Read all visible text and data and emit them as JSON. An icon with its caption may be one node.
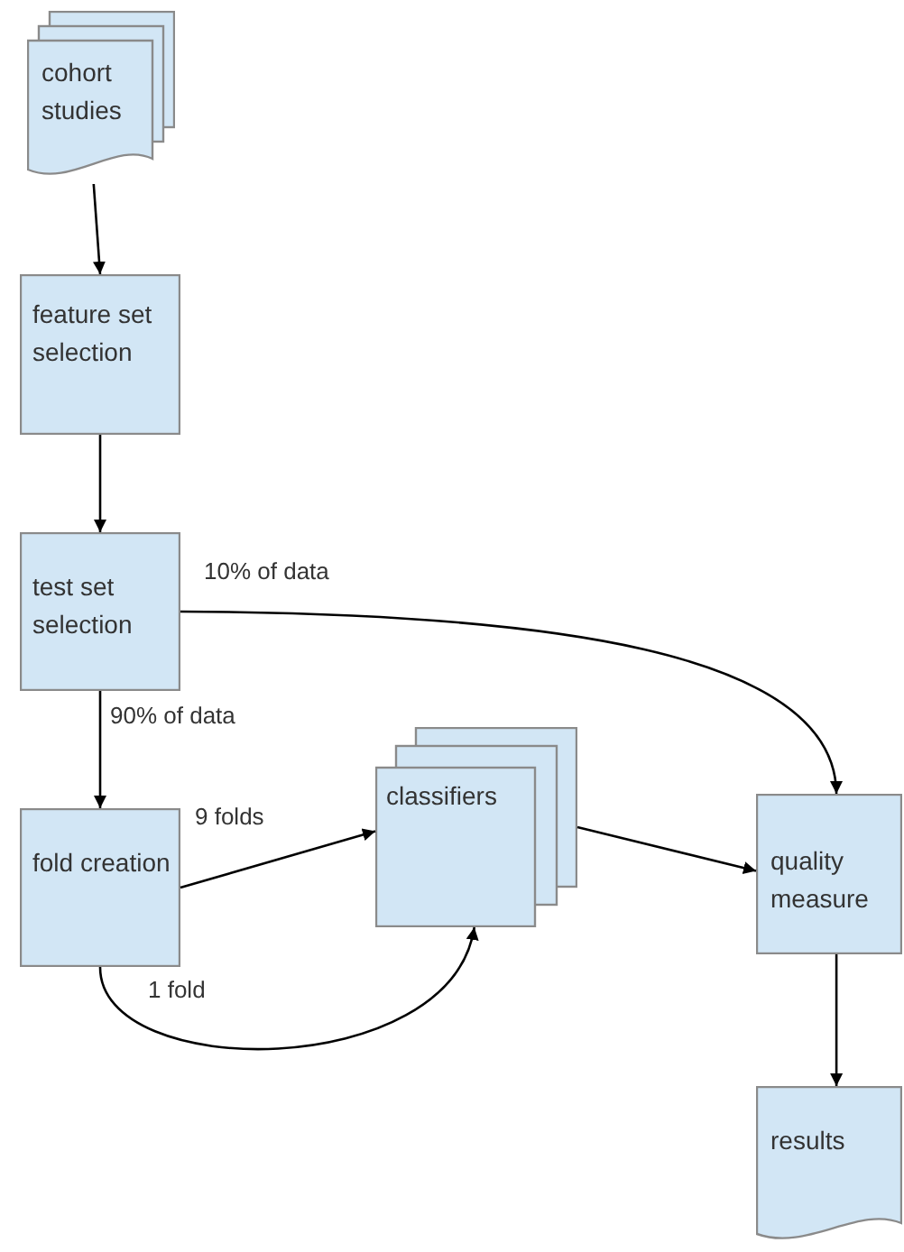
{
  "diagram": {
    "nodes": [
      {
        "text": [
          "cohort studies"
        ]
      },
      {
        "text": [
          "feature set selection"
        ]
      },
      {
        "text": [
          "test set selection"
        ]
      },
      {
        "text": [
          "fold creation"
        ]
      },
      {
        "text": [
          "classifiers"
        ]
      },
      {
        "text": [
          "quality measure"
        ]
      },
      {
        "text": [
          "results"
        ]
      }
    ],
    "edges": [
      {
        "from": 0,
        "to": 1,
        "arrow": "to"
      },
      {
        "from": 1,
        "to": 2,
        "arrow": "to"
      },
      {
        "from": 2,
        "to": 5,
        "arrow": "to",
        "label": "10% of data"
      },
      {
        "from": 2,
        "to": 3,
        "arrow": "to",
        "label": "90% of data"
      },
      {
        "from": 3,
        "to": 4,
        "arrow": "to",
        "label": "9 folds"
      },
      {
        "from": 3,
        "to": 4,
        "arrow": "to",
        "label": "1 fold"
      },
      {
        "from": 4,
        "to": 5,
        "arrow": "to"
      },
      {
        "from": 5,
        "to": 6,
        "arrow": "to"
      }
    ]
  }
}
